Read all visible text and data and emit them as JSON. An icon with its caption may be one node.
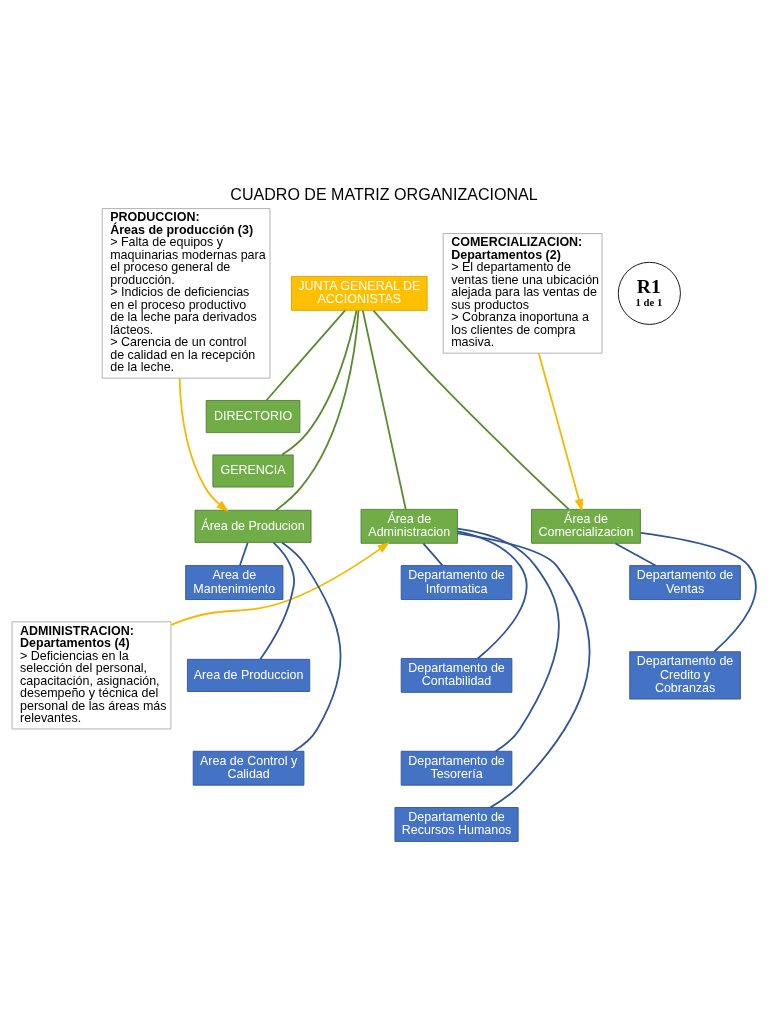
{
  "diagram": {
    "title": "CUADRO DE MATRIZ ORGANIZACIONAL",
    "nodes": [
      {
        "text": [
          "PRODUCCION:",
          "Áreas de producción (3)",
          "> Falta de equipos y maquinarias modernas para el proceso general de producción.",
          "> Indicios de deficiencias en el proceso productivo de la leche para derivados lácteos.",
          "> Carencia de un control de calidad en la recepción de la leche."
        ]
      },
      {
        "text": [
          "ADMINISTRACION:",
          "Departamentos (4)",
          "> Deficiencias en la selección del personal, capacitación, asignación, desempeño y técnica del personal de las áreas más relevantes."
        ]
      },
      {
        "text": [
          "COMERCIALIZACION:",
          "Departamentos (2)",
          "> El departamento de ventas tiene una ubicación alejada para las ventas de sus productos",
          "> Cobranza inoportuna a los clientes de compra masiva."
        ]
      },
      {
        "text": [
          "R1",
          "1 de 1"
        ]
      },
      {
        "text": [
          "JUNTA GENERAL DE ACCIONISTAS"
        ]
      },
      {
        "text": [
          "DIRECTORIO"
        ]
      },
      {
        "text": [
          "GERENCIA"
        ]
      },
      {
        "text": [
          "Área de Administracion"
        ]
      },
      {
        "text": [
          "Área de Producion"
        ]
      },
      {
        "text": [
          "Área de Comercializacion"
        ]
      },
      {
        "text": [
          "Departamento de Informatica"
        ]
      },
      {
        "text": [
          "Departamento de Contabilidad"
        ]
      },
      {
        "text": [
          "Departamento de Tesorería"
        ]
      },
      {
        "text": [
          "Departamento de Recursos Humanos"
        ]
      },
      {
        "text": [
          "Area de Mantenimiento"
        ]
      },
      {
        "text": [
          "Area de Produccion"
        ]
      },
      {
        "text": [
          "Area de Control y Calidad"
        ]
      },
      {
        "text": [
          "Departamento de Ventas"
        ]
      },
      {
        "text": [
          "Departamento de Credito y Cobranzas"
        ]
      }
    ],
    "edges": [
      {
        "from": 4,
        "to": 5,
        "arrow": "none",
        "color": "#5a8a2e"
      },
      {
        "from": 4,
        "to": 6,
        "arrow": "none",
        "color": "#5a8a2e"
      },
      {
        "from": 4,
        "to": 7,
        "arrow": "none",
        "color": "#5a8a2e"
      },
      {
        "from": 4,
        "to": 8,
        "arrow": "none",
        "color": "#5a8a2e"
      },
      {
        "from": 4,
        "to": 9,
        "arrow": "none",
        "color": "#5a8a2e"
      },
      {
        "from": 7,
        "to": 10,
        "arrow": "none",
        "color": "#2f5597"
      },
      {
        "from": 7,
        "to": 11,
        "arrow": "none",
        "color": "#2f5597"
      },
      {
        "from": 7,
        "to": 12,
        "arrow": "none",
        "color": "#2f5597"
      },
      {
        "from": 7,
        "to": 13,
        "arrow": "none",
        "color": "#2f5597"
      },
      {
        "from": 8,
        "to": 14,
        "arrow": "none",
        "color": "#2f5597"
      },
      {
        "from": 8,
        "to": 15,
        "arrow": "none",
        "color": "#2f5597"
      },
      {
        "from": 8,
        "to": 16,
        "arrow": "none",
        "color": "#2f5597"
      },
      {
        "from": 9,
        "to": 17,
        "arrow": "none",
        "color": "#2f5597"
      },
      {
        "from": 9,
        "to": 18,
        "arrow": "none",
        "color": "#2f5597"
      },
      {
        "from": 0,
        "to": 8,
        "arrow": "to",
        "color": "#f5b800"
      },
      {
        "from": 1,
        "to": 7,
        "arrow": "to",
        "color": "#f5b800"
      },
      {
        "from": 2,
        "to": 9,
        "arrow": "to",
        "color": "#f5b800"
      }
    ]
  }
}
